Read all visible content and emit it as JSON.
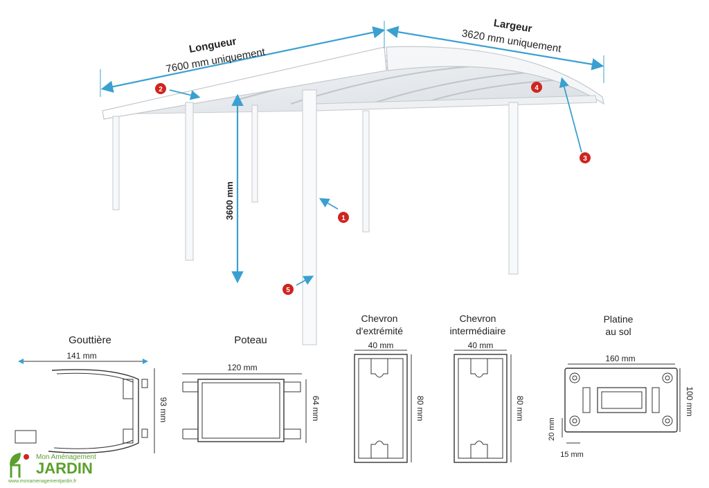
{
  "carport": {
    "longueur_title": "Longueur",
    "longueur_value": "7600 mm uniquement",
    "largeur_title": "Largeur",
    "largeur_value": "3620 mm uniquement",
    "height_value": "3600 mm",
    "markers": [
      "1",
      "2",
      "3",
      "4",
      "5"
    ]
  },
  "profiles": {
    "gouttiere": {
      "title": "Gouttière",
      "width": "141 mm",
      "height": "93 mm"
    },
    "poteau": {
      "title": "Poteau",
      "width": "120 mm",
      "height": "64 mm"
    },
    "chevron_extremite": {
      "title_line1": "Chevron",
      "title_line2": "d'extrémité",
      "width": "40 mm",
      "height": "80 mm"
    },
    "chevron_intermediaire": {
      "title_line1": "Chevron",
      "title_line2": "intermédiaire",
      "width": "40 mm",
      "height": "80 mm"
    },
    "platine": {
      "title_line1": "Platine",
      "title_line2": "au sol",
      "width": "160 mm",
      "height": "100 mm",
      "dim_a": "20 mm",
      "dim_b": "15 mm"
    }
  },
  "logo": {
    "top_text": "Mon Aménagement",
    "brand": "JARDIN",
    "url": "www.monamenagementjardin.fr"
  },
  "colors": {
    "arrow": "#3aa0d0",
    "marker": "#d0241e",
    "brand_green": "#5aa02c"
  }
}
